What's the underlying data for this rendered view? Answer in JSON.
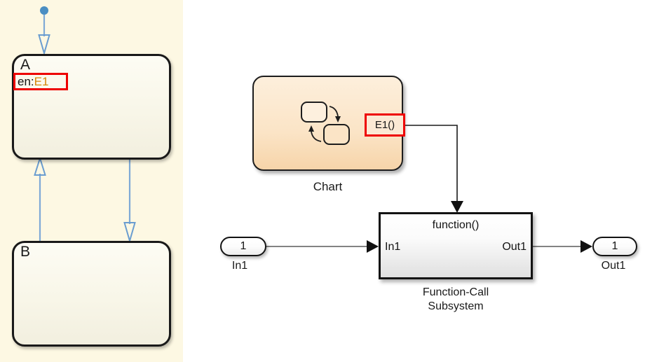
{
  "stateflow": {
    "pane_background": "#fdf8e3",
    "states": [
      {
        "name": "A",
        "label": "A"
      },
      {
        "name": "B",
        "label": "B"
      }
    ],
    "highlighted_action": {
      "keyword": "en:",
      "event": "E1",
      "highlight_color": "#ee0000",
      "event_color": "#d4870a"
    },
    "transitions": [
      {
        "name": "default-transition",
        "from": "start",
        "to": "A",
        "direction": "down"
      },
      {
        "name": "transition-b-to-a",
        "from": "B",
        "to": "A",
        "direction": "up"
      },
      {
        "name": "transition-a-to-b",
        "from": "A",
        "to": "B",
        "direction": "down"
      }
    ],
    "transition_color": "#6a9dd0"
  },
  "simulink": {
    "chart": {
      "caption": "Chart",
      "output_port_label": "E1()",
      "highlight_color": "#ee0000"
    },
    "subsystem": {
      "function_label": "function()",
      "input_port_label": "In1",
      "output_port_label": "Out1",
      "caption_line1": "Function-Call",
      "caption_line2": "Subsystem"
    },
    "inport": {
      "number": "1",
      "caption": "In1"
    },
    "outport": {
      "number": "1",
      "caption": "Out1"
    },
    "signal_color": "#1a1a1a"
  }
}
